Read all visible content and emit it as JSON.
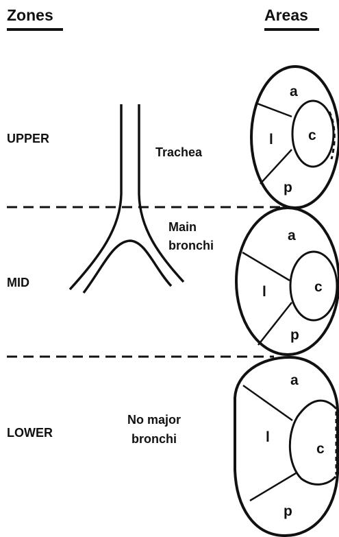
{
  "headers": {
    "zones": "Zones",
    "areas": "Areas"
  },
  "zones": {
    "upper": "UPPER",
    "mid": "MID",
    "lower": "LOWER"
  },
  "labels": {
    "trachea": "Trachea",
    "main_bronchi_line1": "Main",
    "main_bronchi_line2": "bronchi",
    "no_major_line1": "No major",
    "no_major_line2": "bronchi"
  },
  "area_letters": {
    "anterior": "a",
    "lateral": "l",
    "posterior": "p",
    "central": "c"
  }
}
